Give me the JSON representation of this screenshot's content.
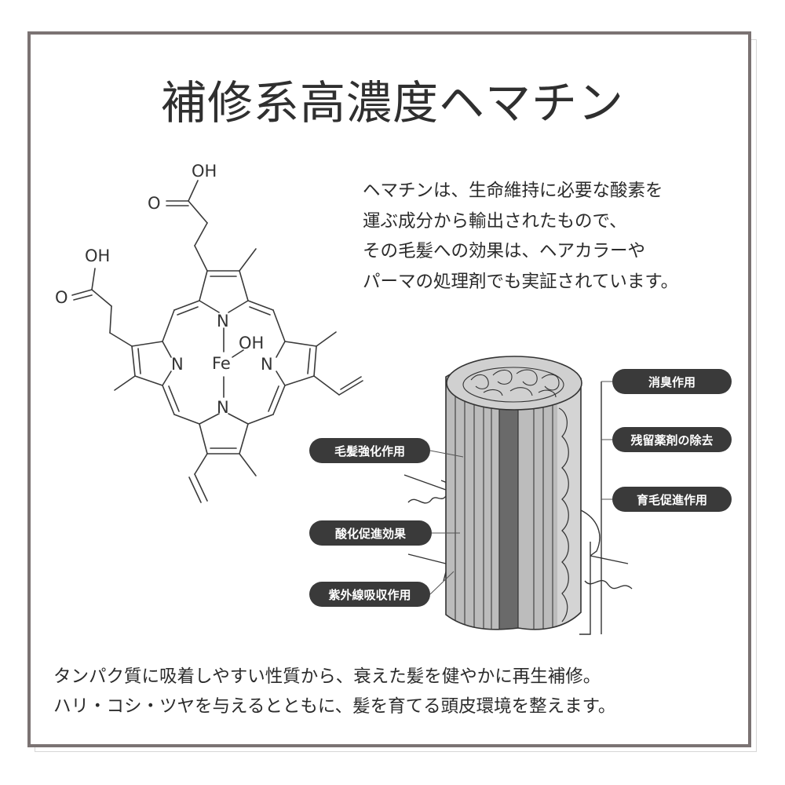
{
  "title": "補修系高濃度ヘマチン",
  "description_lines": [
    "ヘマチンは、生命維持に必要な酸素を",
    "運ぶ成分から輸出されたもので、",
    "その毛髪への効果は、ヘアカラーや",
    "パーマの処理剤でも実証されています。"
  ],
  "molecule": {
    "atoms": {
      "oh_top": "OH",
      "o_top": "O",
      "oh_left": "OH",
      "o_left": "O",
      "n_top": "N",
      "n_left": "N",
      "n_right": "N",
      "n_bottom": "N",
      "fe": "Fe",
      "oh_fe": "OH"
    }
  },
  "hair_labels": {
    "left": [
      "毛髪強化作用",
      "酸化促進効果",
      "紫外線吸収作用"
    ],
    "right": [
      "消臭作用",
      "残留薬剤の除去",
      "育毛促進作用"
    ]
  },
  "summary_lines": [
    "タンパク質に吸着しやすい性質から、衰えた髪を健やかに再生補修。",
    "ハリ・コシ・ツヤを与えるとともに、髪を育てる頭皮環境を整えます。"
  ],
  "colors": {
    "frame": "#7b7373",
    "pill": "#3a3a3a",
    "hair_stripe": "#a3a3a3",
    "hair_medulla": "#6a6a6a",
    "hair_cuticle": "#c9c9c9"
  }
}
